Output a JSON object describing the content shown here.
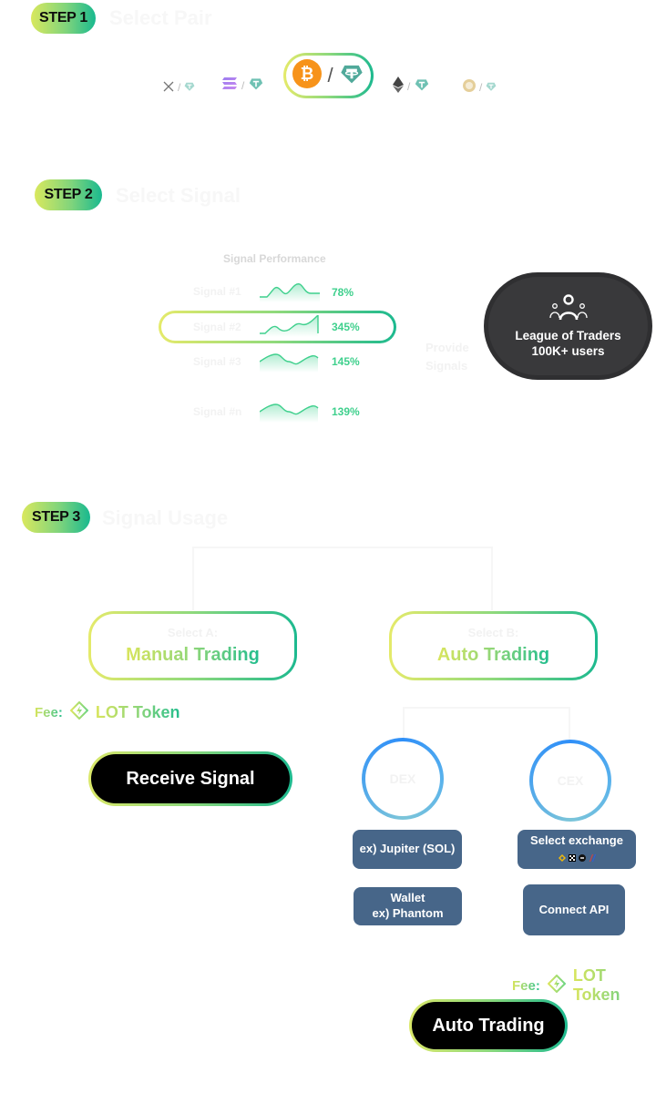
{
  "step1": {
    "badge": "STEP 1",
    "title": "Select Pair",
    "pairs": [
      {
        "base": "XRP",
        "base_icon": "xrp-icon",
        "quote": "USDT",
        "quote_icon": "tether-icon",
        "selected": false
      },
      {
        "base": "SOL",
        "base_icon": "solana-icon",
        "quote": "USDT",
        "quote_icon": "tether-icon",
        "selected": false
      },
      {
        "base": "BTC",
        "base_icon": "bitcoin-icon",
        "quote": "USDT",
        "quote_icon": "tether-icon",
        "selected": true
      },
      {
        "base": "ETH",
        "base_icon": "ethereum-icon",
        "quote": "USDT",
        "quote_icon": "tether-icon",
        "selected": false
      },
      {
        "base": "DOGE",
        "base_icon": "dogecoin-icon",
        "quote": "USDT",
        "quote_icon": "tether-icon",
        "selected": false
      }
    ],
    "separator": "/"
  },
  "step2": {
    "badge": "STEP 2",
    "title": "Select Signal",
    "performance_title": "Signal Performance",
    "signals": [
      {
        "label": "Signal #1",
        "performance": "78%",
        "selected": false
      },
      {
        "label": "Signal #2",
        "performance": "345%",
        "selected": true
      },
      {
        "label": "Signal #3",
        "performance": "145%",
        "selected": false
      },
      {
        "label": "Signal #n",
        "performance": "139%",
        "selected": false
      }
    ],
    "provider_label_line1": "Provide",
    "provider_label_line2": "Signals",
    "provider": {
      "icon": "users-group-icon",
      "name": "League of Traders",
      "users": "100K+ users"
    }
  },
  "step3": {
    "badge": "STEP 3",
    "title": "Signal Usage",
    "option_a": {
      "caption": "Select A:",
      "label": "Manual Trading"
    },
    "option_b": {
      "caption": "Select B:",
      "label": "Auto Trading"
    },
    "fee_manual": {
      "label": "Fee:",
      "token_icon": "lot-token-icon",
      "token": "LOT Token"
    },
    "receive_signal_button": "Receive Signal",
    "dex": {
      "label": "DEX",
      "example": "ex) Jupiter (SOL)",
      "wallet_line1": "Wallet",
      "wallet_line2": "ex) Phantom"
    },
    "cex": {
      "label": "CEX",
      "select_exchange": "Select exchange",
      "exchange_icons": [
        "binance-icon",
        "okx-icon",
        "gate-icon",
        "bybit-icon"
      ],
      "connect_api": "Connect API"
    },
    "fee_auto": {
      "label": "Fee:",
      "token_icon": "lot-token-icon",
      "token": "LOT Token"
    },
    "auto_trading_button": "Auto Trading"
  },
  "colors": {
    "gradient_start": "#e5ea6a",
    "gradient_mid": "#8ed97c",
    "gradient_end": "#1cb98f",
    "performance_green": "#3fd08d",
    "box_blue": "#476689",
    "ring_blue": "#2f8ff8",
    "provider_dark": "#2f2f31",
    "bitcoin_orange": "#f7931a",
    "tether_teal": "#50a99a"
  }
}
